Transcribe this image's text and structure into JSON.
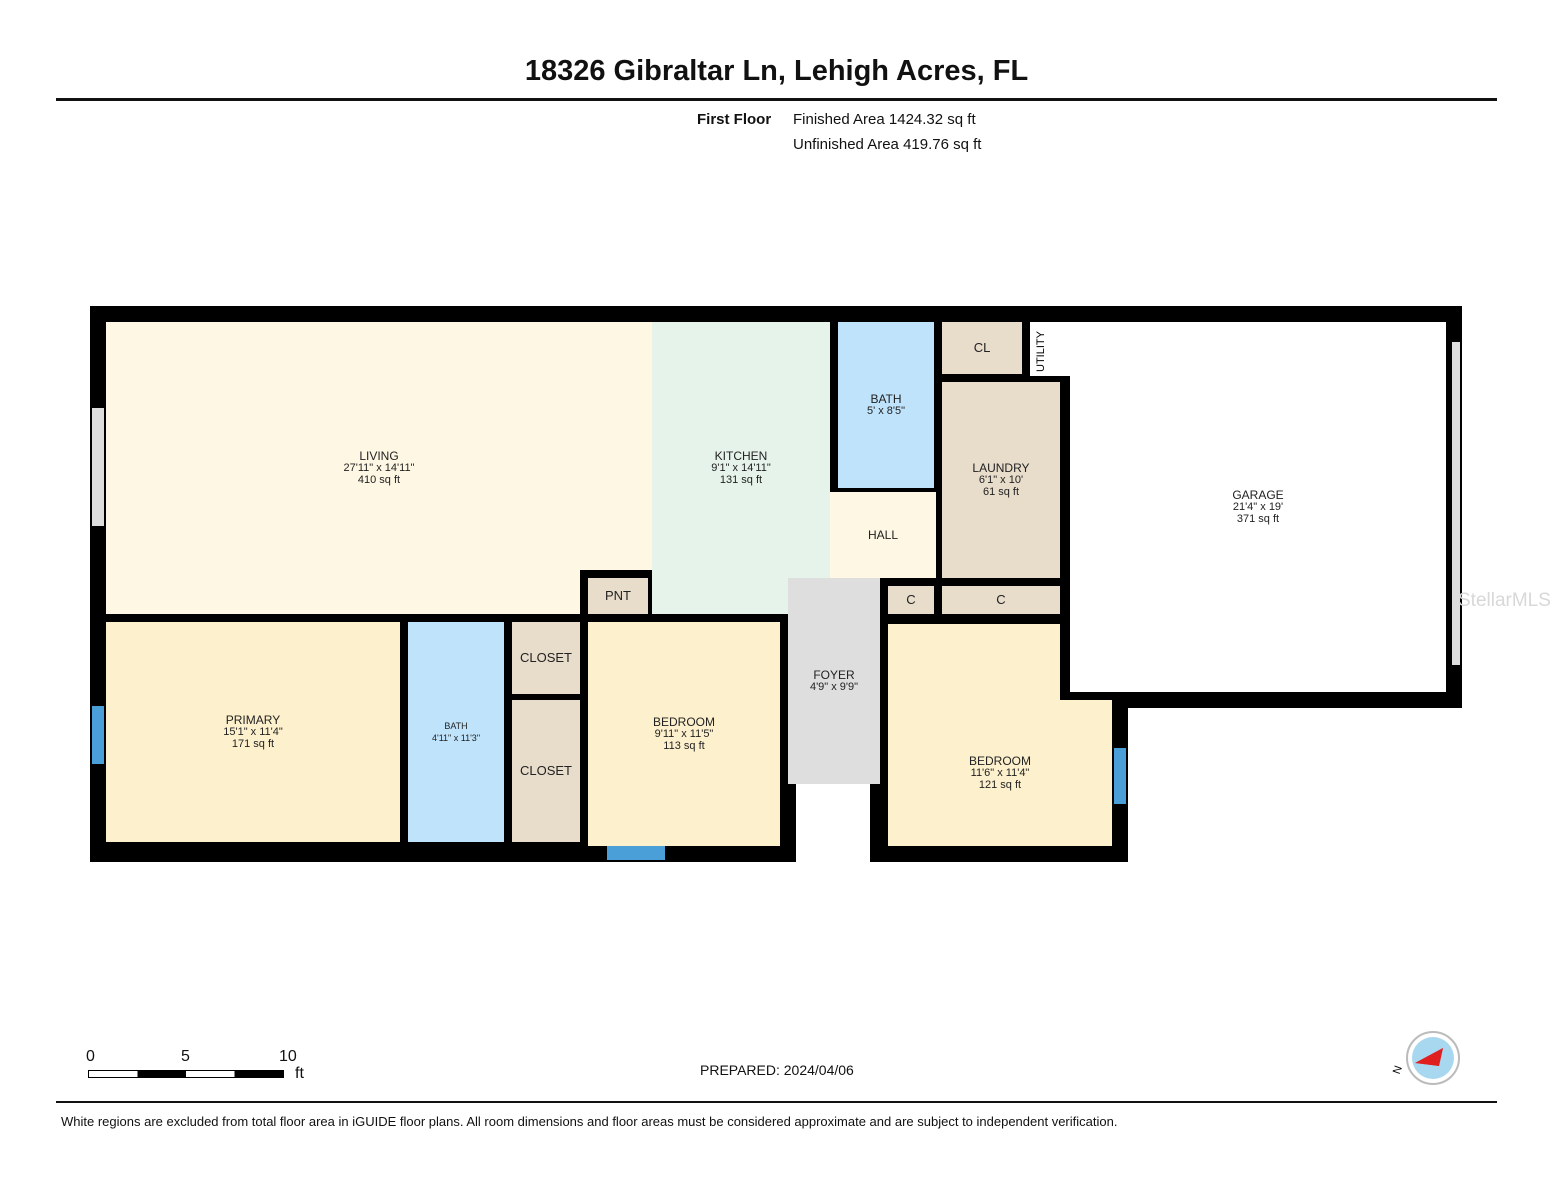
{
  "header": {
    "title": "18326 Gibraltar Ln, Lehigh Acres, FL",
    "floor": "First Floor",
    "finished": "Finished Area 1424.32 sq ft",
    "unfinished": "Unfinished Area 419.76 sq ft"
  },
  "rooms": {
    "living": {
      "name": "LIVING",
      "dims": "27'11\" x 14'11\"",
      "area": "410 sq ft"
    },
    "kitchen": {
      "name": "KITCHEN",
      "dims": "9'1\" x 14'11\"",
      "area": "131 sq ft"
    },
    "bath1": {
      "name": "BATH",
      "dims": "5' x 8'5\""
    },
    "cl": {
      "name": "CL"
    },
    "utility": {
      "name": "UTILITY"
    },
    "laundry": {
      "name": "LAUNDRY",
      "dims": "6'1\" x 10'",
      "area": "61 sq ft"
    },
    "garage": {
      "name": "GARAGE",
      "dims": "21'4\" x 19'",
      "area": "371 sq ft"
    },
    "hall": {
      "name": "HALL"
    },
    "pnt": {
      "name": "PNT"
    },
    "c1": {
      "name": "C"
    },
    "c2": {
      "name": "C"
    },
    "foyer": {
      "name": "FOYER",
      "dims": "4'9\" x 9'9\""
    },
    "primary": {
      "name": "PRIMARY",
      "dims": "15'1\" x 11'4\"",
      "area": "171 sq ft"
    },
    "bath2": {
      "name": "BATH",
      "dims": "4'11\" x 11'3\""
    },
    "closet1": {
      "name": "CLOSET"
    },
    "closet2": {
      "name": "CLOSET"
    },
    "bedroom1": {
      "name": "BEDROOM",
      "dims": "9'11\" x 11'5\"",
      "area": "113 sq ft"
    },
    "bedroom2": {
      "name": "BEDROOM",
      "dims": "11'6\" x 11'4\"",
      "area": "121 sq ft"
    }
  },
  "colors": {
    "living": "#fdf7e3",
    "kitchen": "#e6f3ea",
    "bath": "#bfe3fb",
    "closet": "#e8dccb",
    "bedroom": "#fdf0cc",
    "foyer": "#dedede",
    "window": "#4a9fd8"
  },
  "scale": {
    "t0": "0",
    "t5": "5",
    "t10": "10",
    "unit": "ft"
  },
  "prepared": "PREPARED: 2024/04/06",
  "compass": {
    "label": "N",
    "icon": "compass-icon"
  },
  "watermark": "StellarMLS",
  "footer": "White regions are excluded from total floor area in iGUIDE floor plans. All room dimensions and floor areas must be considered approximate and are subject to independent verification."
}
